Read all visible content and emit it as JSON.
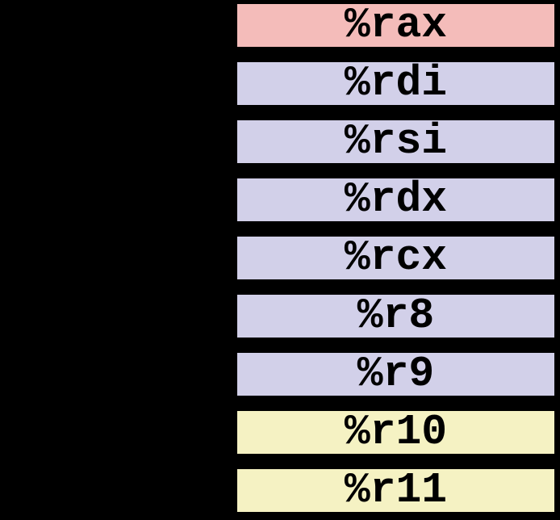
{
  "colors": {
    "background": "#000000",
    "border": "#000000",
    "text": "#000000",
    "pink": "#f4bcba",
    "lavender": "#d2d0e9",
    "yellow": "#f5f2c3"
  },
  "registers": [
    {
      "label": "%rax",
      "color": "pink"
    },
    {
      "label": "%rdi",
      "color": "lavender"
    },
    {
      "label": "%rsi",
      "color": "lavender"
    },
    {
      "label": "%rdx",
      "color": "lavender"
    },
    {
      "label": "%rcx",
      "color": "lavender"
    },
    {
      "label": "%r8",
      "color": "lavender"
    },
    {
      "label": "%r9",
      "color": "lavender"
    },
    {
      "label": "%r10",
      "color": "yellow"
    },
    {
      "label": "%r11",
      "color": "yellow"
    }
  ]
}
